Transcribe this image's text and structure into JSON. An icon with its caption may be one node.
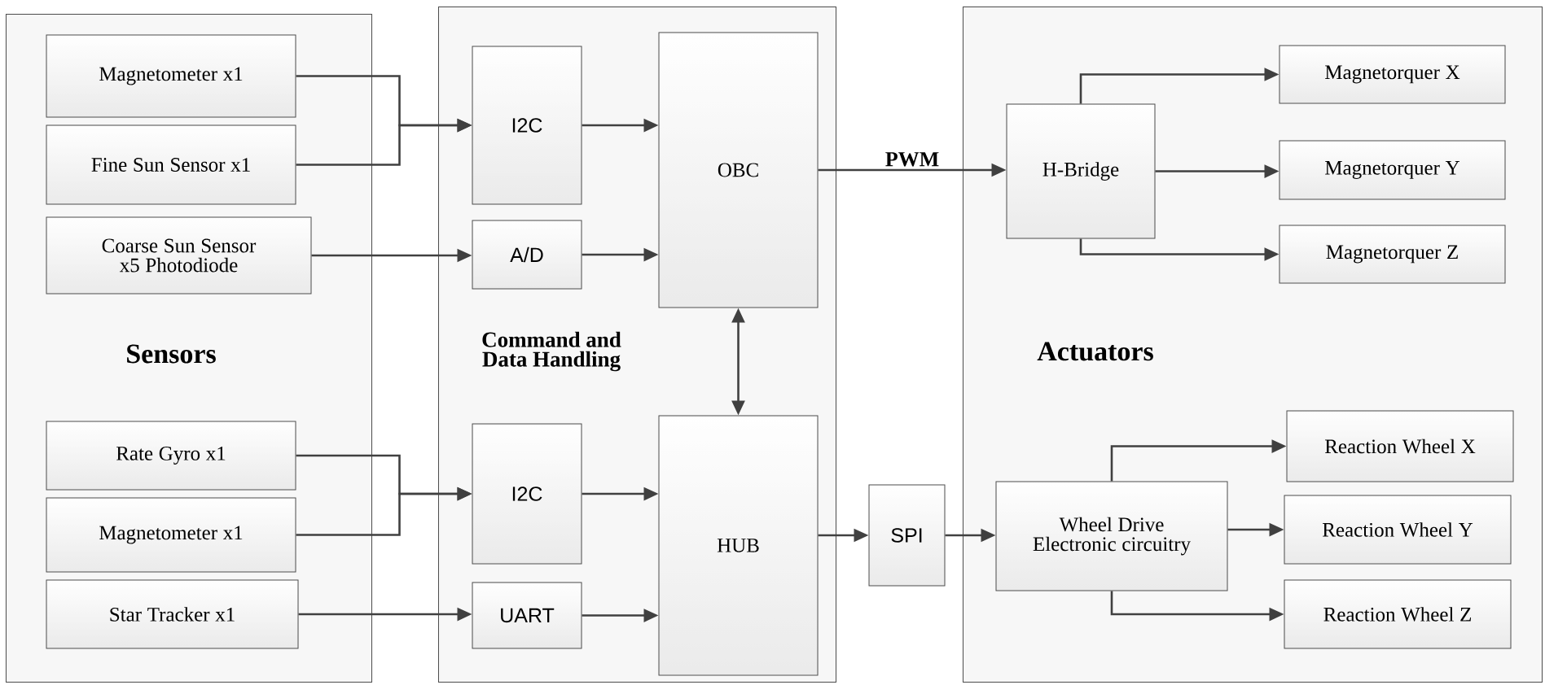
{
  "diagram": {
    "nodes": [
      {
        "text": [
          "Sensors"
        ]
      },
      {
        "text": [
          "Magnetometer x1"
        ],
        "in": 0
      },
      {
        "text": [
          "Fine Sun Sensor x1"
        ],
        "in": 0
      },
      {
        "text": [
          "Coarse Sun Sensor x5 Photodiode"
        ],
        "in": 0
      },
      {
        "text": [
          "Rate Gyro x1"
        ],
        "in": 0
      },
      {
        "text": [
          "Magnetometer x1"
        ],
        "in": 0
      },
      {
        "text": [
          "Star Tracker x1"
        ],
        "in": 0
      },
      {
        "text": [
          "Command and Data Handling"
        ]
      },
      {
        "text": [
          "I2C"
        ],
        "in": 7
      },
      {
        "text": [
          "A/D"
        ],
        "in": 7
      },
      {
        "text": [
          "OBC"
        ],
        "in": 7
      },
      {
        "text": [
          "I2C"
        ],
        "in": 7
      },
      {
        "text": [
          "UART"
        ],
        "in": 7
      },
      {
        "text": [
          "HUB"
        ],
        "in": 7
      },
      {
        "text": [
          "SPI"
        ]
      },
      {
        "text": [
          "Actuators"
        ]
      },
      {
        "text": [
          "H-Bridge"
        ],
        "in": 15
      },
      {
        "text": [
          "Magnetorquer X"
        ],
        "in": 15
      },
      {
        "text": [
          "Magnetorquer Y"
        ],
        "in": 15
      },
      {
        "text": [
          "Magnetorquer Z"
        ],
        "in": 15
      },
      {
        "text": [
          "Wheel Drive Electronic circuitry"
        ],
        "in": 15
      },
      {
        "text": [
          "Reaction Wheel X"
        ],
        "in": 15
      },
      {
        "text": [
          "Reaction Wheel Y"
        ],
        "in": 15
      },
      {
        "text": [
          "Reaction Wheel Z"
        ],
        "in": 15
      }
    ],
    "edges": [
      {
        "from": 1,
        "to": 8,
        "arrow": "to"
      },
      {
        "from": 2,
        "to": 8,
        "arrow": "to"
      },
      {
        "from": 3,
        "to": 9,
        "arrow": "to"
      },
      {
        "from": 8,
        "to": 10,
        "arrow": "to"
      },
      {
        "from": 9,
        "to": 10,
        "arrow": "to"
      },
      {
        "from": 10,
        "to": 13,
        "arrow": "both"
      },
      {
        "from": 4,
        "to": 11,
        "arrow": "to"
      },
      {
        "from": 5,
        "to": 11,
        "arrow": "to"
      },
      {
        "from": 6,
        "to": 12,
        "arrow": "to"
      },
      {
        "from": 11,
        "to": 13,
        "arrow": "to"
      },
      {
        "from": 12,
        "to": 13,
        "arrow": "to"
      },
      {
        "from": 10,
        "to": 16,
        "label": "PWM",
        "arrow": "to"
      },
      {
        "from": 16,
        "to": 17,
        "arrow": "to"
      },
      {
        "from": 16,
        "to": 18,
        "arrow": "to"
      },
      {
        "from": 16,
        "to": 19,
        "arrow": "to"
      },
      {
        "from": 13,
        "to": 14,
        "arrow": "to"
      },
      {
        "from": 14,
        "to": 20,
        "arrow": "to"
      },
      {
        "from": 20,
        "to": 21,
        "arrow": "to"
      },
      {
        "from": 20,
        "to": 22,
        "arrow": "to"
      },
      {
        "from": 20,
        "to": 23,
        "arrow": "to"
      }
    ]
  }
}
